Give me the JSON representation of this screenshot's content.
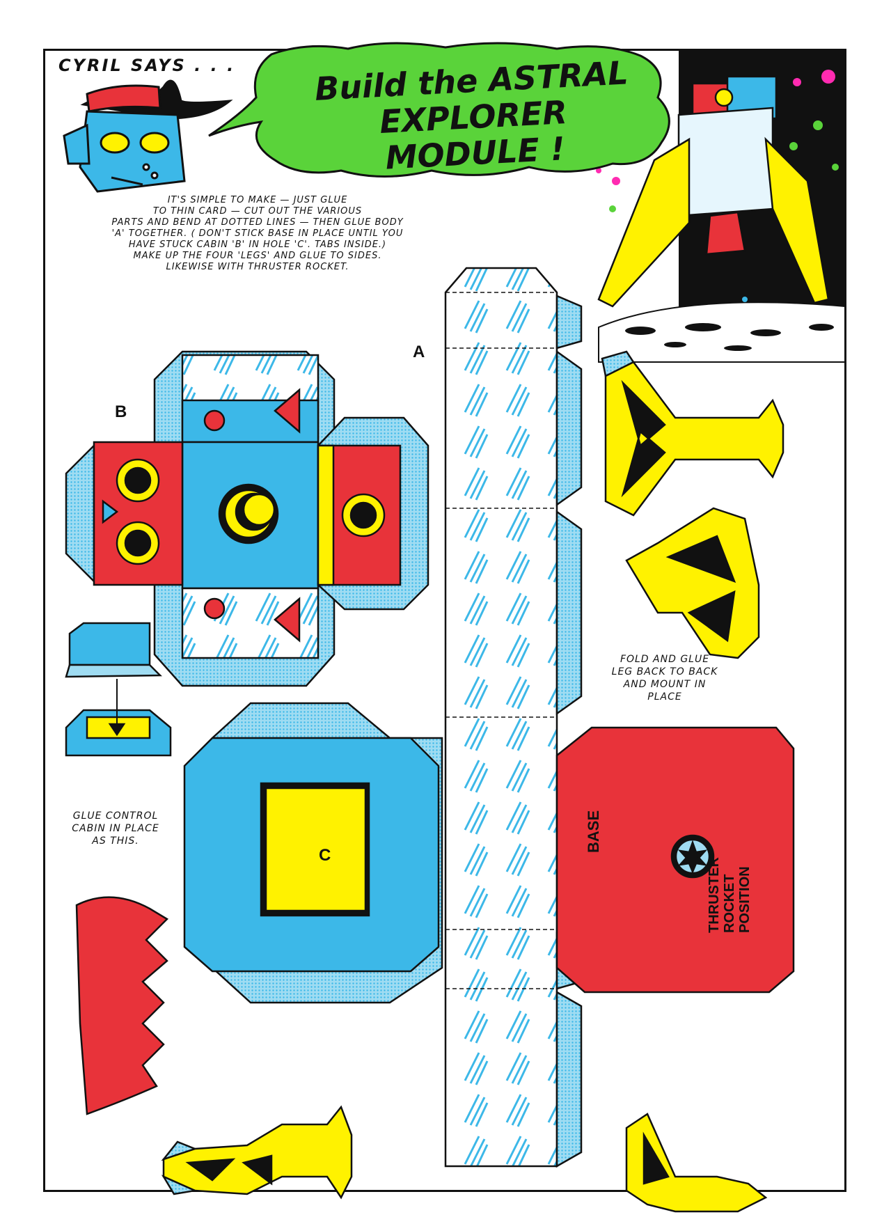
{
  "header": {
    "speaker": "CYRIL SAYS . . .",
    "title_line1": "Build the ASTRAL",
    "title_line2": "EXPLORER MODULE !"
  },
  "instructions": {
    "line1": "IT'S SIMPLE TO MAKE — JUST GLUE",
    "line2": "TO THIN CARD — CUT OUT THE VARIOUS",
    "line3": "PARTS AND BEND AT DOTTED LINES — THEN GLUE BODY",
    "line4": "'A' TOGETHER. ( DON'T STICK BASE IN PLACE UNTIL YOU",
    "line5": "HAVE STUCK CABIN 'B' IN HOLE 'C'. TABS INSIDE.)",
    "line6": "MAKE UP THE FOUR 'LEGS' AND GLUE TO SIDES.",
    "line7": "LIKEWISE WITH THRUSTER ROCKET."
  },
  "parts": {
    "a": "A",
    "b": "B",
    "c": "C",
    "base": "BASE",
    "thruster_1": "THRUSTER",
    "thruster_2": "ROCKET",
    "thruster_3": "POSITION"
  },
  "notes": {
    "leg_1": "FOLD AND GLUE",
    "leg_2": "LEG BACK TO BACK",
    "leg_3": "AND MOUNT IN",
    "leg_4": "PLACE",
    "cabin_1": "GLUE CONTROL",
    "cabin_2": "CABIN IN PLACE",
    "cabin_3": "AS THIS."
  },
  "colors": {
    "cyan": "#3cb8e8",
    "light_cyan": "#9fdcf2",
    "red": "#e8333a",
    "yellow": "#fff200",
    "green": "#5ad33a",
    "black": "#111111"
  }
}
